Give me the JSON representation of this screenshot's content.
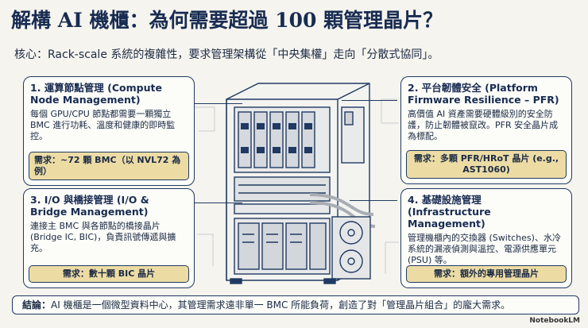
{
  "title": "解構 AI 機櫃：為何需要超過 100 顆管理晶片？",
  "subtitle": "核心：Rack-scale 系統的複雜性，要求管理架構從「中央集權」走向「分散式協同」。",
  "cards": [
    {
      "title": "1. 運算節點管理 (Compute Node Management)",
      "body": "每個 GPU/CPU 節點都需要一顆獨立 BMC 進行功耗、溫度和健康的即時監控。",
      "need": "需求：~72 顆 BMC（以 NVL72 為例）"
    },
    {
      "title": "2. 平台韌體安全 (Platform Firmware Resilience – PFR)",
      "body": "高價值 AI 資產需要硬體級別的安全防護，防止韌體被竄改。PFR 安全晶片成為標配。",
      "need": "需求：多顆 PFR/HRoT 晶片 (e.g., AST1060)"
    },
    {
      "title": "3. I/O 與橋接管理 (I/O & Bridge Management)",
      "body": "連接主 BMC 與各節點的橋接晶片 (Bridge IC, BIC)，負責訊號傳遞與擴充。",
      "need": "需求：數十顆 BIC 晶片"
    },
    {
      "title": "4. 基礎設施管理 (Infrastructure Management)",
      "body": "管理機櫃內的交換器 (Switches)、水冷系統的漏液偵測與溫控、電源供應單元 (PSU) 等。",
      "need": "需求：額外的專用管理晶片"
    }
  ],
  "conclusion_label": "結論：",
  "conclusion": "AI 機櫃是一個微型資料中心，其管理需求遠非單一 BMC 所能負荷，創造了對「管理晶片組合」的龐大需求。",
  "logo": "NotebookLM"
}
